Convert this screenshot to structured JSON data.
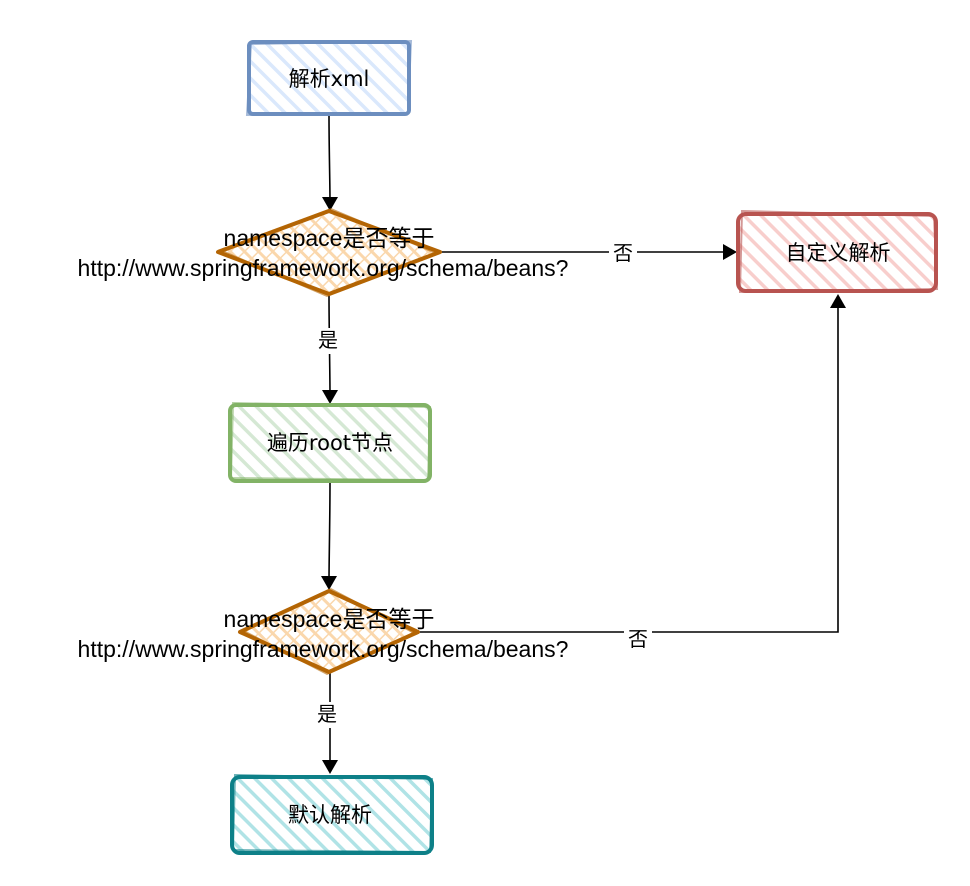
{
  "nodes": {
    "parse_xml": {
      "label": "解析xml",
      "color": "#6c8ebf",
      "fill": "#dae8fc"
    },
    "decision_1": {
      "line1": "namespace是否等于",
      "line2": "http://www.springframework.org/schema/beans?",
      "color": "#b46504",
      "fill": "#fad7ac"
    },
    "custom_parse": {
      "label": "自定义解析",
      "color": "#b85450",
      "fill": "#f8cecc"
    },
    "traverse_root": {
      "label": "遍历root节点",
      "color": "#82b366",
      "fill": "#d5e8d4"
    },
    "decision_2": {
      "line1": "namespace是否等于",
      "line2": "http://www.springframework.org/schema/beans?",
      "color": "#b46504",
      "fill": "#fad7ac"
    },
    "default_parse": {
      "label": "默认解析",
      "color": "#0e8088",
      "fill": "#b0e3e6"
    }
  },
  "edges": {
    "no_1": "否",
    "yes_1": "是",
    "no_2": "否",
    "yes_2": "是"
  }
}
